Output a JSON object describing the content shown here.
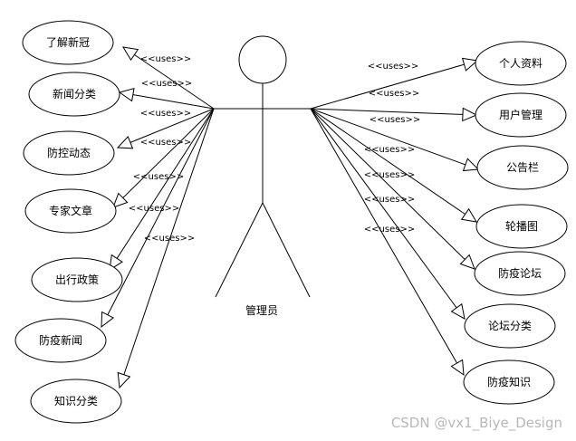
{
  "actor": {
    "label": "管理员"
  },
  "relation_label": "<<uses>>",
  "left_use_cases": [
    {
      "label": "了解新冠"
    },
    {
      "label": "新闻分类"
    },
    {
      "label": "防控动态"
    },
    {
      "label": "专家文章"
    },
    {
      "label": "出行政策"
    },
    {
      "label": "防疫新闻"
    },
    {
      "label": "知识分类"
    }
  ],
  "right_use_cases": [
    {
      "label": "个人资料"
    },
    {
      "label": "用户管理"
    },
    {
      "label": "公告栏"
    },
    {
      "label": "轮播图"
    },
    {
      "label": "防疫论坛"
    },
    {
      "label": "论坛分类"
    },
    {
      "label": "防疫知识"
    }
  ],
  "watermark": "CSDN @vx1_Biye_Design"
}
